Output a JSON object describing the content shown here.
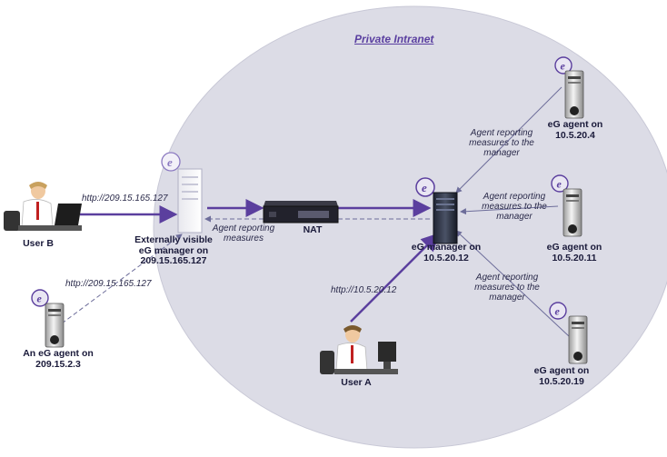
{
  "diagram": {
    "title": "Private Intranet",
    "nodes": {
      "user_b": "User B",
      "user_a": "User A",
      "ext_manager": [
        "Externally visible",
        "eG manager on",
        "209.15.165.127"
      ],
      "external_agent": [
        "An eG agent on",
        "209.15.2.3"
      ],
      "nat": "NAT",
      "manager": [
        "eG manager on",
        "10.5.20.12"
      ],
      "agent_1": [
        "eG agent on",
        "10.5.20.4"
      ],
      "agent_2": [
        "eG agent on",
        "10.5.20.11"
      ],
      "agent_3": [
        "eG agent on",
        "10.5.20.19"
      ]
    },
    "edges": {
      "url_user_b": "http://209.15.165.127",
      "url_ext_agent": "http://209.15.165.127",
      "url_user_a": "http://10.5.20.12",
      "nat_reporting": [
        "Agent reporting",
        "measures"
      ],
      "agent_1_reporting": [
        "Agent reporting",
        "measures to the",
        "manager"
      ],
      "agent_2_reporting": [
        "Agent reporting",
        "measures to the",
        "manager"
      ],
      "agent_3_reporting": [
        "Agent reporting",
        "measures to the",
        "manager"
      ]
    },
    "colors": {
      "ellipse": "#dcdce6",
      "link": "#5b3f9e",
      "thin_link": "#6d6d9a"
    }
  }
}
